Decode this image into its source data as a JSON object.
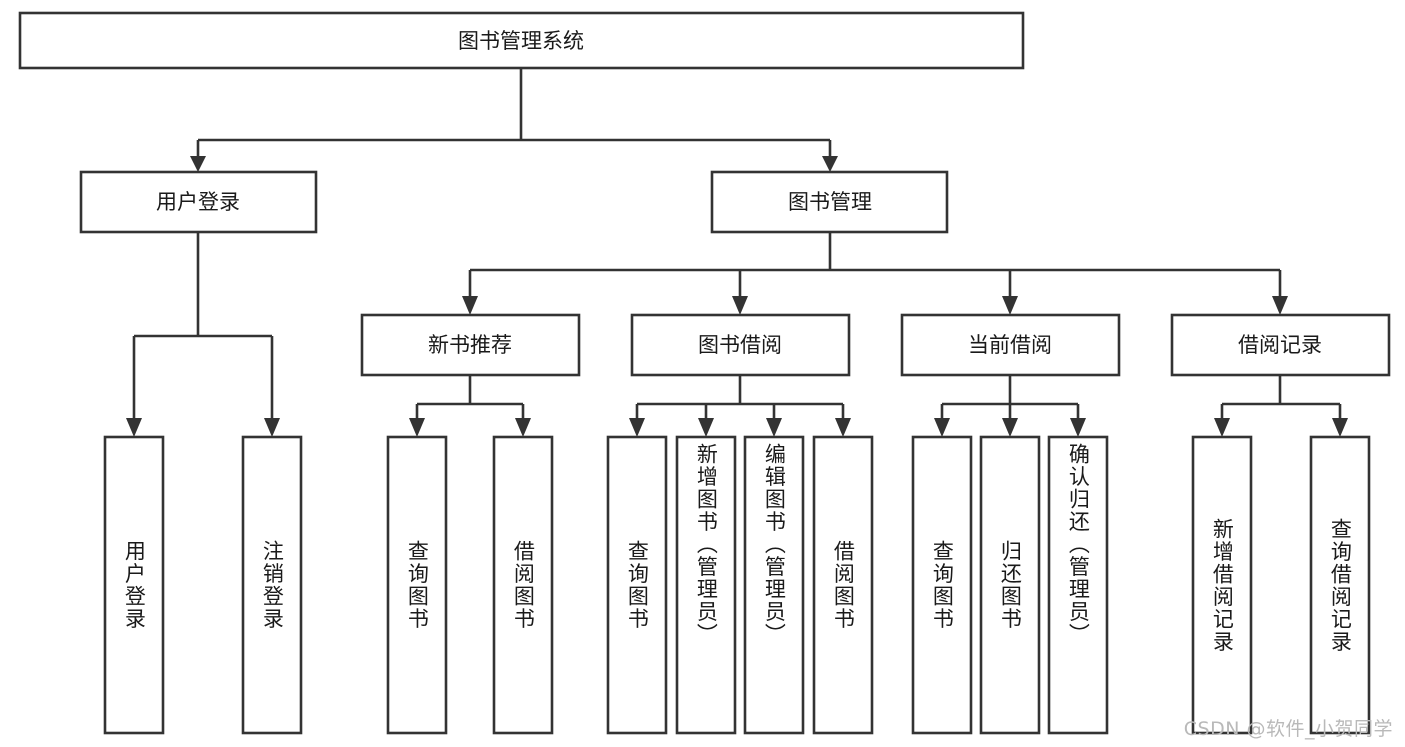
{
  "diagram": {
    "type": "tree-hierarchy-chart",
    "title": "图书管理系统",
    "watermark": "CSDN @软件_小贺同学",
    "colors": {
      "box_stroke": "#333333",
      "box_fill": "#ffffff",
      "text": "#1a1a1a",
      "canvas": "#ffffff",
      "watermark": "#b9b9b9"
    },
    "root": {
      "id": "root",
      "label": "图书管理系统"
    },
    "level2": [
      {
        "id": "user-login",
        "label": "用户登录"
      },
      {
        "id": "book-management",
        "label": "图书管理"
      }
    ],
    "level3": [
      {
        "id": "new-book-recommend",
        "label": "新书推荐",
        "parent": "book-management"
      },
      {
        "id": "book-borrow",
        "label": "图书借阅",
        "parent": "book-management"
      },
      {
        "id": "current-borrow",
        "label": "当前借阅",
        "parent": "book-management"
      },
      {
        "id": "borrow-record",
        "label": "借阅记录",
        "parent": "book-management"
      }
    ],
    "leaves": [
      {
        "id": "leaf-user-login",
        "label": "用户登录",
        "parent": "user-login"
      },
      {
        "id": "leaf-logout-login",
        "label": "注销登录",
        "parent": "user-login"
      },
      {
        "id": "leaf-query-book-1",
        "label": "查询图书",
        "parent": "new-book-recommend"
      },
      {
        "id": "leaf-borrow-book-1",
        "label": "借阅图书",
        "parent": "new-book-recommend"
      },
      {
        "id": "leaf-query-book-2",
        "label": "查询图书",
        "parent": "book-borrow"
      },
      {
        "id": "leaf-add-book",
        "label": "新增图书（管理员）",
        "parent": "book-borrow"
      },
      {
        "id": "leaf-edit-book",
        "label": "编辑图书（管理员）",
        "parent": "book-borrow"
      },
      {
        "id": "leaf-borrow-book-2",
        "label": "借阅图书",
        "parent": "book-borrow"
      },
      {
        "id": "leaf-query-book-3",
        "label": "查询图书",
        "parent": "current-borrow"
      },
      {
        "id": "leaf-return-book",
        "label": "归还图书",
        "parent": "current-borrow"
      },
      {
        "id": "leaf-confirm-return",
        "label": "确认归还（管理员）",
        "parent": "current-borrow"
      },
      {
        "id": "leaf-add-record",
        "label": "新增借阅记录",
        "parent": "borrow-record"
      },
      {
        "id": "leaf-query-record",
        "label": "查询借阅记录",
        "parent": "borrow-record"
      }
    ]
  }
}
